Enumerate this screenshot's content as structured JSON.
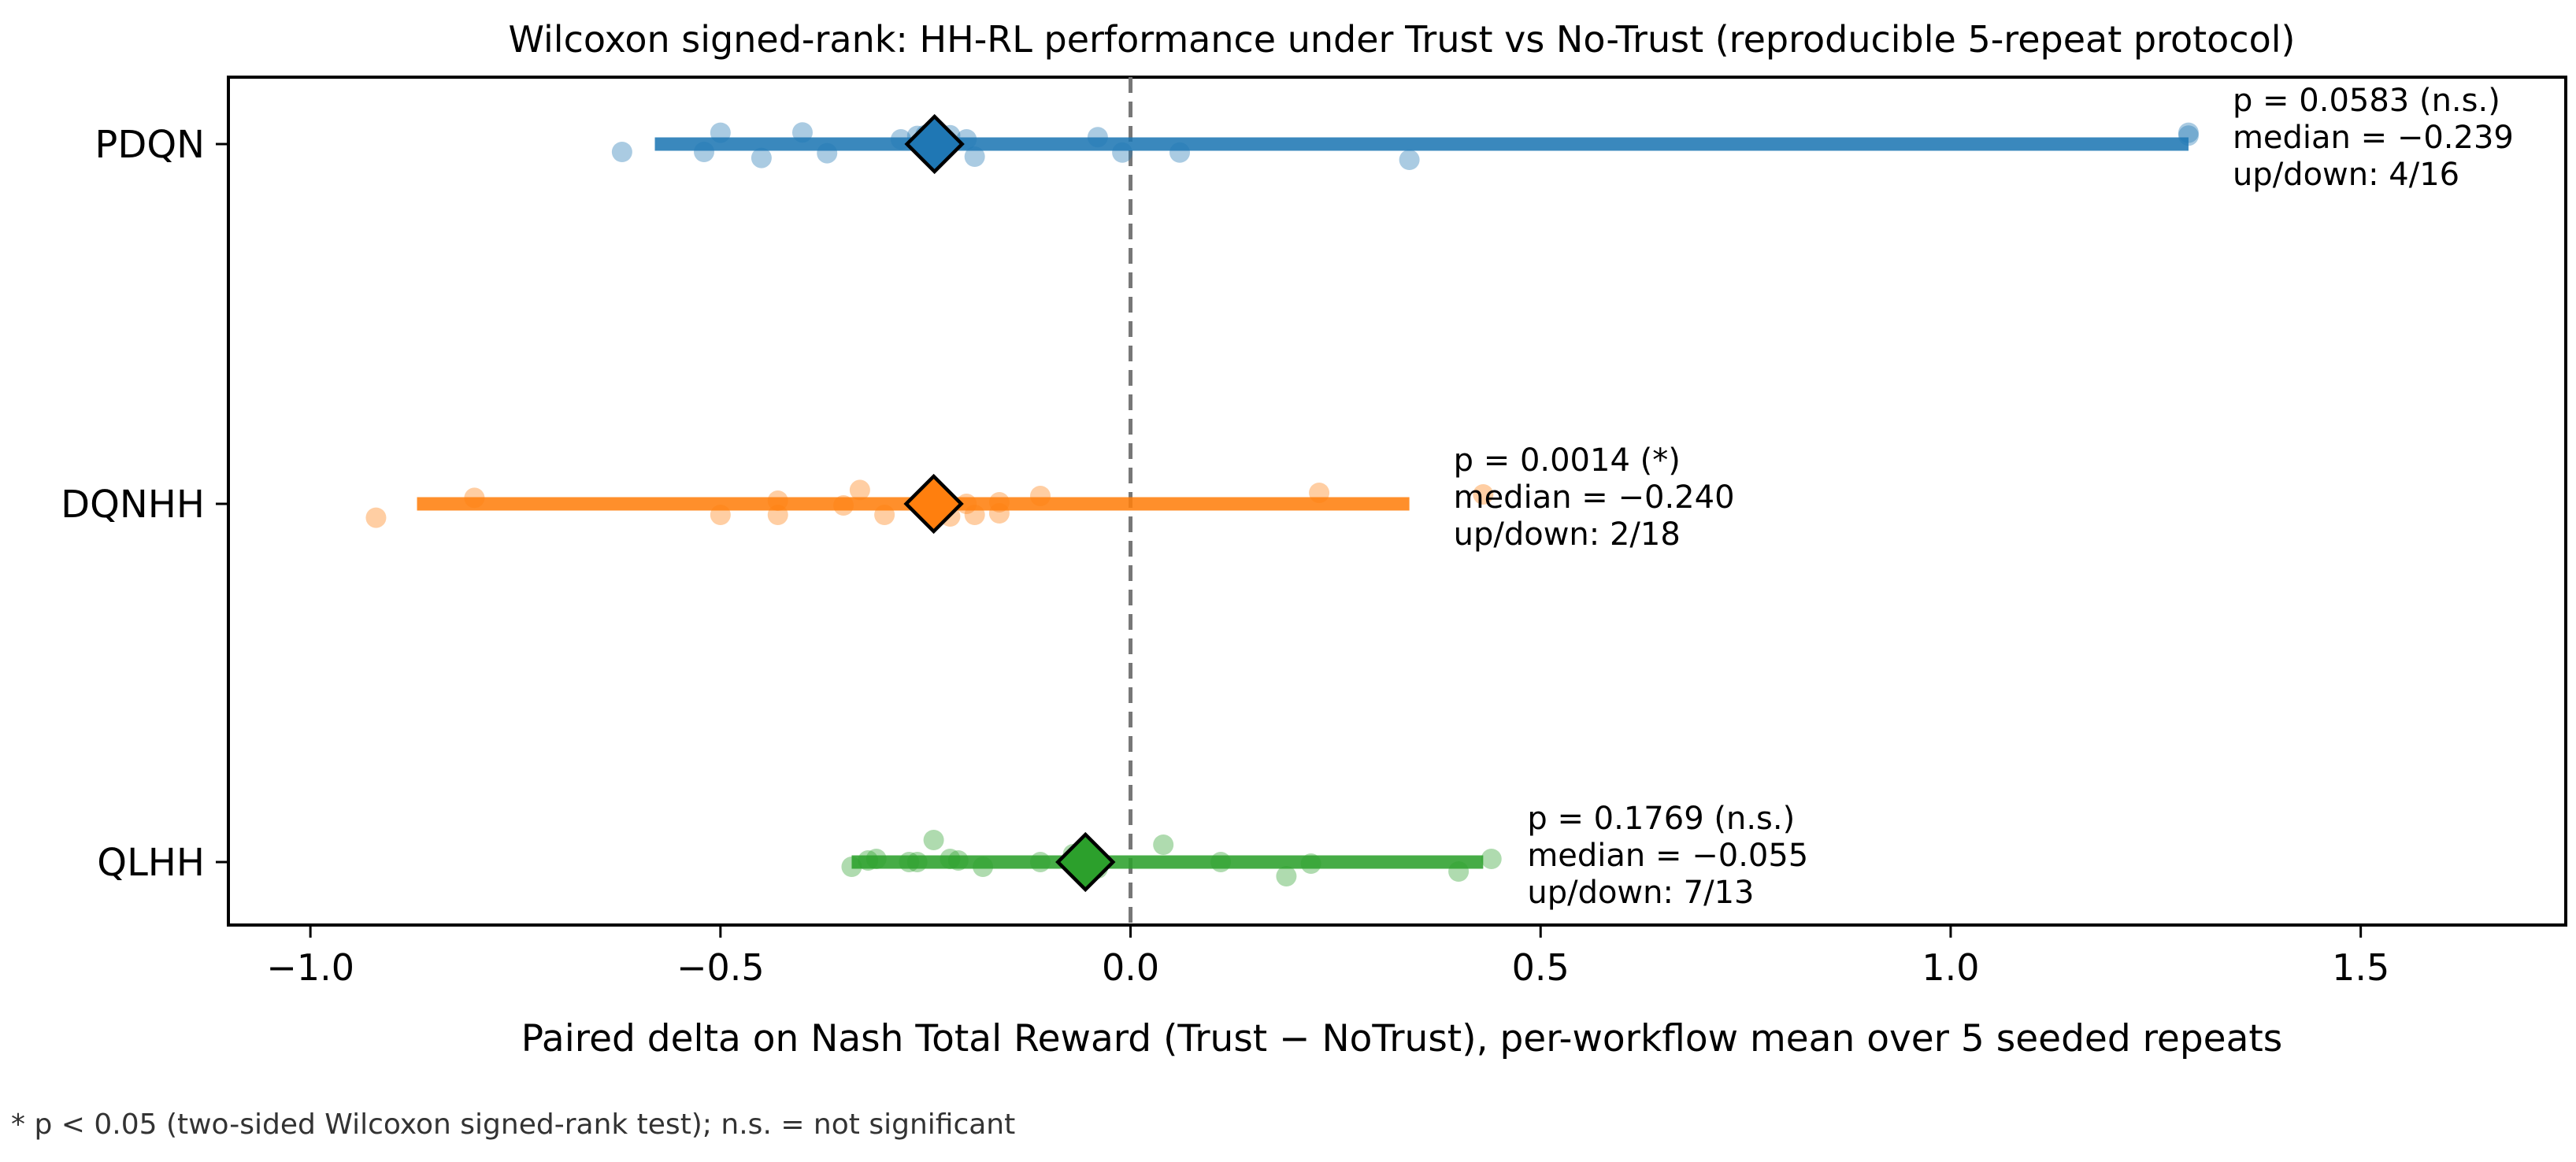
{
  "chart_data": {
    "type": "scatter",
    "title": "Wilcoxon signed-rank: HH-RL performance under Trust vs No-Trust (reproducible 5-repeat protocol)",
    "xlabel": "Paired delta on Nash Total Reward (Trust − NoTrust), per-workflow mean over 5 seeded repeats",
    "ylabel": "",
    "xlim": [
      -1.1,
      1.75
    ],
    "xticks": [
      -1.0,
      -0.5,
      0.0,
      0.5,
      1.0,
      1.5
    ],
    "xtick_labels": [
      "−1.0",
      "−0.5",
      "0.0",
      "0.5",
      "1.0",
      "1.5"
    ],
    "zero_line": 0.0,
    "grid": false,
    "footnote": "* p < 0.05 (two-sided Wilcoxon signed-rank test); n.s. = not significant",
    "series": [
      {
        "name": "PDQN",
        "color": "#1f77b4",
        "range": [
          -0.58,
          1.29
        ],
        "median": -0.239,
        "annotation": [
          "p = 0.0583 (n.s.)",
          "median = −0.239",
          "up/down: 4/16"
        ],
        "points": [
          {
            "x": -0.62,
            "y": -0.25
          },
          {
            "x": -0.52,
            "y": -0.25
          },
          {
            "x": -0.5,
            "y": 0.36
          },
          {
            "x": -0.45,
            "y": -0.44
          },
          {
            "x": -0.4,
            "y": 0.37
          },
          {
            "x": -0.37,
            "y": -0.29
          },
          {
            "x": -0.28,
            "y": 0.15
          },
          {
            "x": -0.26,
            "y": 0.26
          },
          {
            "x": -0.25,
            "y": 0.29
          },
          {
            "x": -0.24,
            "y": 0.2
          },
          {
            "x": -0.22,
            "y": 0.28
          },
          {
            "x": -0.2,
            "y": 0.15
          },
          {
            "x": -0.19,
            "y": -0.4
          },
          {
            "x": -0.04,
            "y": 0.22
          },
          {
            "x": -0.01,
            "y": -0.27
          },
          {
            "x": 0.06,
            "y": -0.27
          },
          {
            "x": 0.34,
            "y": -0.5
          },
          {
            "x": 1.29,
            "y": 0.36
          },
          {
            "x": 1.29,
            "y": 0.27
          }
        ]
      },
      {
        "name": "DQNHH",
        "color": "#ff7f0e",
        "range": [
          -0.87,
          0.34
        ],
        "median": -0.24,
        "annotation": [
          "p = 0.0014 (*)",
          "median = −0.240",
          "up/down: 2/18"
        ],
        "points": [
          {
            "x": -0.92,
            "y": -0.44
          },
          {
            "x": -0.8,
            "y": 0.19
          },
          {
            "x": -0.5,
            "y": -0.35
          },
          {
            "x": -0.43,
            "y": 0.1
          },
          {
            "x": -0.43,
            "y": -0.35
          },
          {
            "x": -0.35,
            "y": -0.05
          },
          {
            "x": -0.33,
            "y": 0.44
          },
          {
            "x": -0.3,
            "y": -0.35
          },
          {
            "x": -0.23,
            "y": 0.05
          },
          {
            "x": -0.22,
            "y": -0.4
          },
          {
            "x": -0.2,
            "y": 0.0
          },
          {
            "x": -0.19,
            "y": -0.35
          },
          {
            "x": -0.16,
            "y": 0.05
          },
          {
            "x": -0.16,
            "y": -0.3
          },
          {
            "x": -0.11,
            "y": 0.25
          },
          {
            "x": 0.23,
            "y": 0.35
          },
          {
            "x": 0.43,
            "y": 0.3
          }
        ]
      },
      {
        "name": "QLHH",
        "color": "#2ca02c",
        "range": [
          -0.34,
          0.43
        ],
        "median": -0.055,
        "annotation": [
          "p = 0.1769 (n.s.)",
          "median = −0.055",
          "up/down: 7/13"
        ],
        "points": [
          {
            "x": -0.34,
            "y": -0.15
          },
          {
            "x": -0.32,
            "y": 0.05
          },
          {
            "x": -0.31,
            "y": 0.1
          },
          {
            "x": -0.27,
            "y": 0.0
          },
          {
            "x": -0.26,
            "y": 0.0
          },
          {
            "x": -0.24,
            "y": 0.7
          },
          {
            "x": -0.22,
            "y": 0.1
          },
          {
            "x": -0.21,
            "y": 0.05
          },
          {
            "x": -0.18,
            "y": -0.15
          },
          {
            "x": -0.11,
            "y": 0.0
          },
          {
            "x": -0.07,
            "y": 0.25
          },
          {
            "x": -0.04,
            "y": -0.2
          },
          {
            "x": 0.04,
            "y": 0.55
          },
          {
            "x": 0.11,
            "y": 0.0
          },
          {
            "x": 0.19,
            "y": -0.45
          },
          {
            "x": 0.22,
            "y": -0.05
          },
          {
            "x": 0.4,
            "y": -0.3
          },
          {
            "x": 0.44,
            "y": 0.1
          }
        ]
      }
    ]
  }
}
